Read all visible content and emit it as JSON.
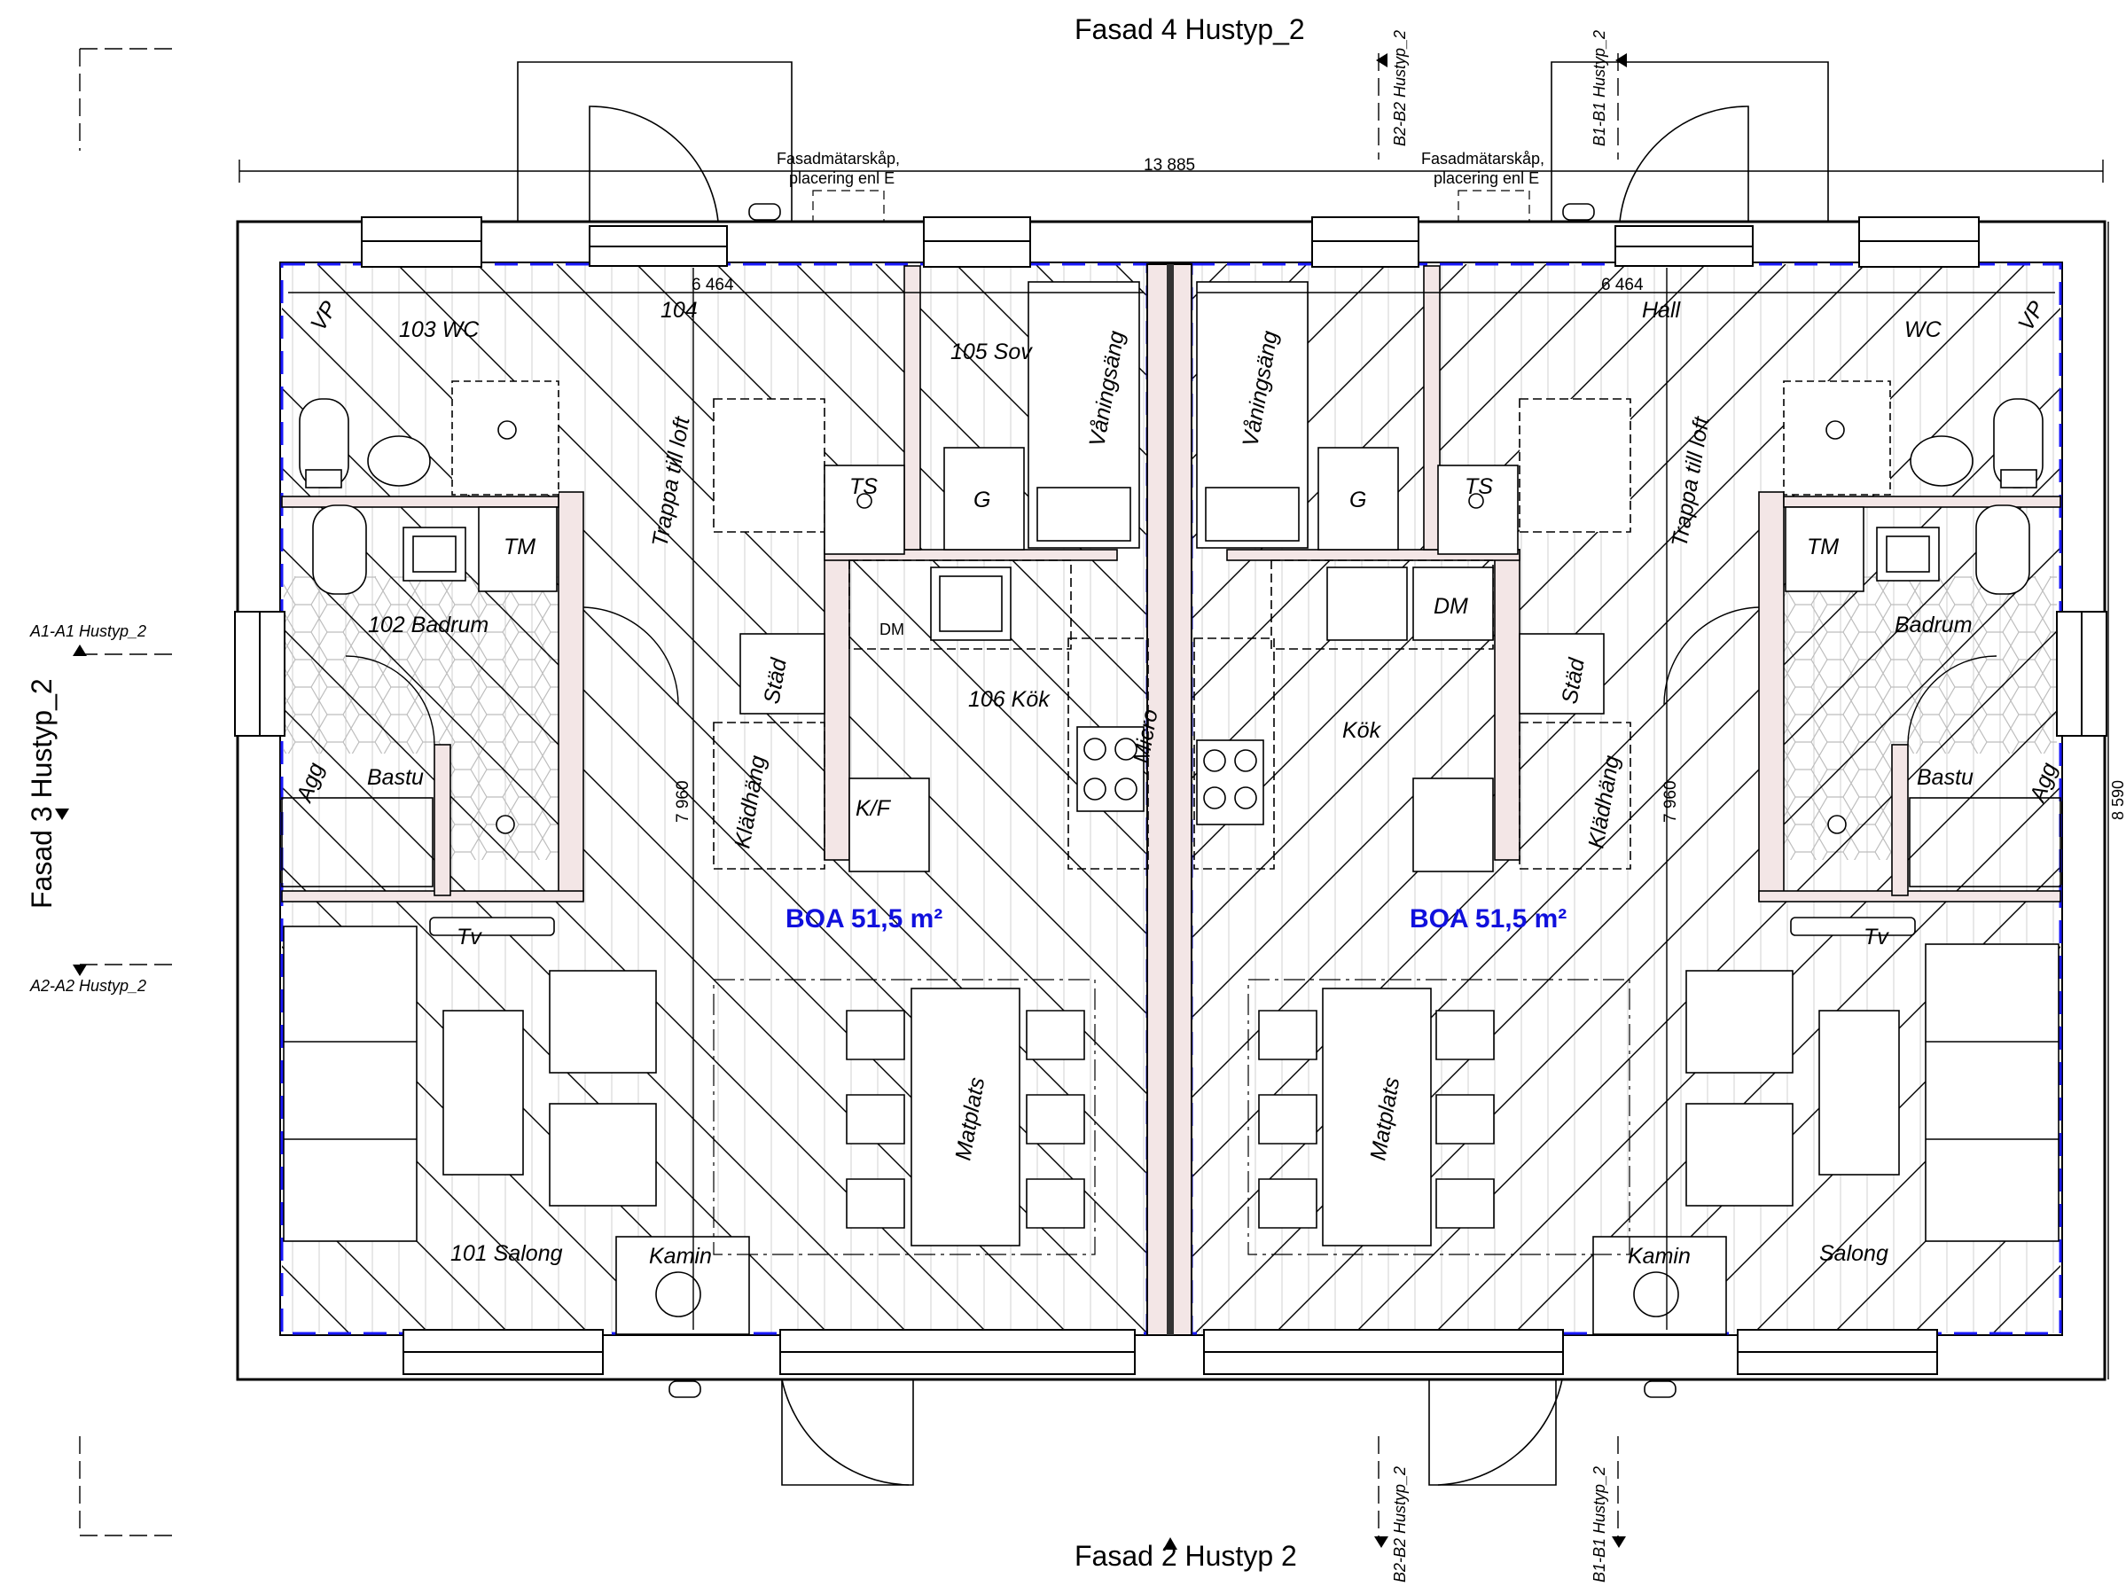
{
  "facades": {
    "top": "Fasad 4 Hustyp_2",
    "bottom": "Fasad 2 Hustyp 2",
    "left": "Fasad 3 Hustyp_2"
  },
  "sections": {
    "a1": "A1-A1 Hustyp_2",
    "a2": "A2-A2 Hustyp_2",
    "b2_top": "B2-B2 Hustyp_2",
    "b1_top": "B1-B1 Hustyp_2",
    "b2_bottom": "B2-B2 Hustyp_2",
    "b1_bottom": "B1-B1 Hustyp_2"
  },
  "dimensions": {
    "overall_width": "13 885",
    "overall_depth": "8 590",
    "left_unit_width": "6 464",
    "right_unit_width": "6 464",
    "left_unit_depth": "7 960",
    "right_unit_depth": "7 960"
  },
  "notes": {
    "meter_left_1": "Fasadmätarskåp,",
    "meter_left_2": "placering enl E",
    "meter_right_1": "Fasadmätarskåp,",
    "meter_right_2": "placering enl E"
  },
  "left_unit": {
    "boa": "BOA  51,5 m²",
    "rooms": {
      "wc": "103 WC",
      "hall": "104",
      "bedroom": "105 Sov",
      "bathroom": "102 Badrum",
      "kitchen": "106 Kök",
      "sauna": "Bastu",
      "living": "101 Salong",
      "dining": "Matplats"
    },
    "fixtures": {
      "vp": "VP",
      "tm": "TM",
      "ts": "TS",
      "g": "G",
      "dm": "DM",
      "stad": "Städ",
      "kladhang": "Klädhäng",
      "kf": "K/F",
      "micro": "Micro",
      "agg": "Agg",
      "tv": "Tv",
      "kamin": "Kamin",
      "stair": "Trappa till loft",
      "bunkbed": "Våningsäng"
    }
  },
  "right_unit": {
    "boa": "BOA  51,5 m²",
    "rooms": {
      "wc": "WC",
      "hall": "Hall",
      "bathroom": "Badrum",
      "kitchen": "Kök",
      "sauna": "Bastu",
      "living": "Salong",
      "dining": "Matplats"
    },
    "fixtures": {
      "vp": "VP",
      "tm": "TM",
      "ts": "TS",
      "g": "G",
      "dm": "DM",
      "stad": "Städ",
      "kladhang": "Klädhäng",
      "agg": "Agg",
      "tv": "Tv",
      "kamin": "Kamin",
      "stair": "Trappa till loft",
      "bunkbed": "Våningsäng"
    }
  },
  "colors": {
    "boa_text": "#1010dd",
    "boundary_dash": "#1a1aff",
    "wall_fill": "#f3e6e6",
    "line": "#000000"
  }
}
